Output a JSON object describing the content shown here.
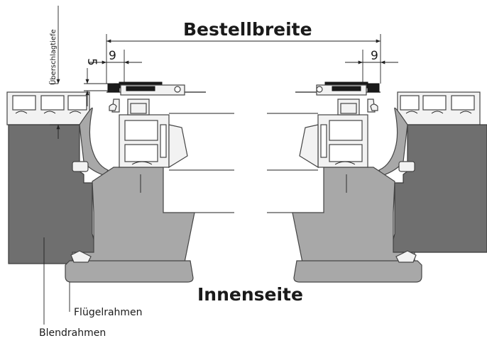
{
  "labels": {
    "order_width": "Bestellbreite",
    "inside": "Innenseite",
    "sash_frame": "Flügelrahmen",
    "outer_frame": "Blendrahmen",
    "overlap_depth": "Überschlagtiefe"
  },
  "dimensions": {
    "left_offset": "9",
    "right_offset": "9",
    "vertical_offset": "5"
  },
  "colors": {
    "outer_frame": "#6f6f6f",
    "sash_frame": "#a8a8a8",
    "profile_fill": "#f2f2f2",
    "lines": "#222222"
  }
}
